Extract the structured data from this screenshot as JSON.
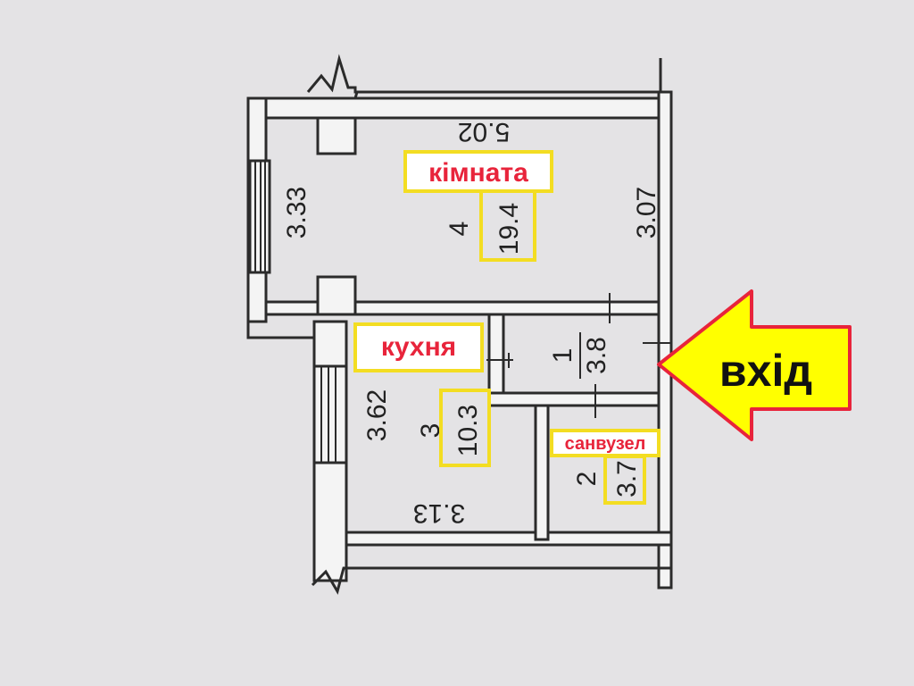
{
  "rooms": [
    {
      "id": "room-4",
      "number": "4",
      "area": "19.4",
      "label": "кімната"
    },
    {
      "id": "room-3",
      "number": "3",
      "area": "10.3",
      "label": "кухня"
    },
    {
      "id": "room-1",
      "number": "1",
      "area": "3.8",
      "label": ""
    },
    {
      "id": "room-2",
      "number": "2",
      "area": "3.7",
      "label": "санвузел"
    }
  ],
  "dimensions": {
    "room4_top": "5.02",
    "room4_left": "3.33",
    "room4_right": "3.07",
    "room3_left": "3.62",
    "room3_bottom": "3.13"
  },
  "entrance": {
    "label": "вхід",
    "arrow_color": "#ffff00",
    "arrow_stroke": "#e8243b"
  },
  "colors": {
    "label_text": "#e8243b",
    "box_outline": "#f3dd22",
    "wall": "#2b2b2b"
  }
}
